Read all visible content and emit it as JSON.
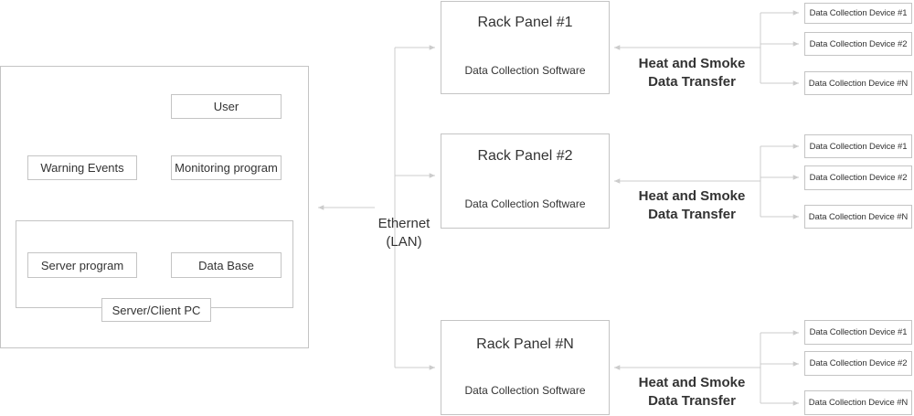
{
  "pc": {
    "user": "User",
    "monitoring": "Monitoring program",
    "warning": "Warning Events",
    "server_program": "Server program",
    "database": "Data Base",
    "server_client": "Server/Client PC"
  },
  "network": {
    "line1": "Ethernet",
    "line2": "(LAN)"
  },
  "panels": [
    {
      "title": "Rack Panel #1",
      "software": "Data Collection Software",
      "transfer1": "Heat and Smoke",
      "transfer2": "Data Transfer",
      "devices": [
        "Data Collection Device #1",
        "Data Collection Device #2",
        "Data Collection Device #N"
      ]
    },
    {
      "title": "Rack Panel #2",
      "software": "Data Collection Software",
      "transfer1": "Heat and Smoke",
      "transfer2": "Data Transfer",
      "devices": [
        "Data Collection Device #1",
        "Data Collection Device #2",
        "Data Collection Device #N"
      ]
    },
    {
      "title": "Rack  Panel #N",
      "software": "Data Collection Software",
      "transfer1": "Heat and Smoke",
      "transfer2": "Data Transfer",
      "devices": [
        "Data Collection Device #1",
        "Data Collection Device #2",
        "Data Collection Device #N"
      ]
    }
  ],
  "colors": {
    "border": "#c4c4c4",
    "arrow": "#cccccc",
    "text": "#333333"
  }
}
